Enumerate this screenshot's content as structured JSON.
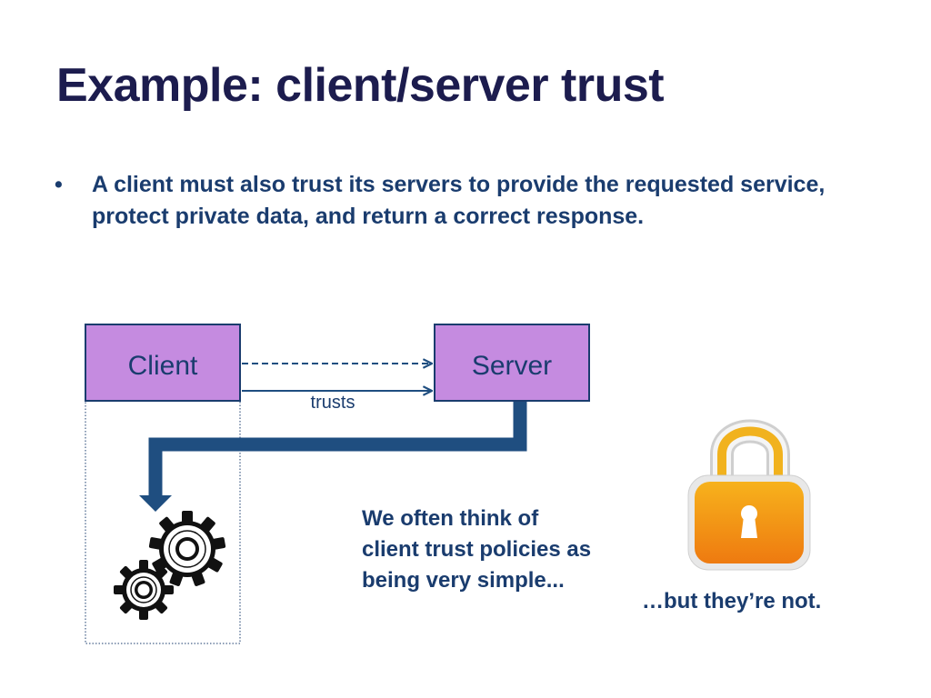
{
  "slide": {
    "title": "Example: client/server trust",
    "bullet": "A client must also trust its servers to provide the requested service, protect private data, and return a correct response.",
    "bullet_symbol": "•"
  },
  "diagram": {
    "client_label": "Client",
    "server_label": "Server",
    "edge_label": "trusts"
  },
  "note": {
    "lines": [
      "We often think of",
      "client trust policies as",
      "being very simple..."
    ]
  },
  "caption": "…but they’re not.",
  "colors": {
    "title": "#1c1c4e",
    "text": "#1a3c6e",
    "box_fill": "#c58be0",
    "box_border": "#1a3c6e",
    "connector": "#1f4e80",
    "lock_body": "#f08a12",
    "lock_shackle": "#f3f3f3"
  },
  "icons": [
    "gears-icon",
    "padlock-icon",
    "arrow-down-icon"
  ]
}
